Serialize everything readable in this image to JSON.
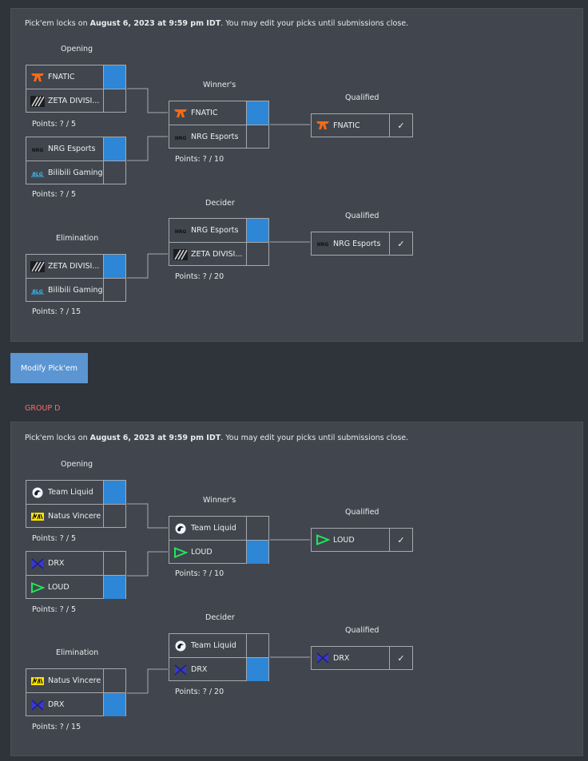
{
  "notice": {
    "prefix": "Pick'em locks on ",
    "datetime": "August 6, 2023 at 9:59 pm IDT",
    "suffix": ". You may edit your picks until submissions close."
  },
  "labels": {
    "opening": "Opening",
    "winners": "Winner's",
    "elimination": "Elimination",
    "decider": "Decider",
    "qualified": "Qualified"
  },
  "points": {
    "five": "Points: ? / 5",
    "ten": "Points: ? / 10",
    "fifteen": "Points: ? / 15",
    "twenty": "Points: ? / 20"
  },
  "check": "✓",
  "modify_button": "Modify Pick'em",
  "group_label": "GROUP D",
  "colors": {
    "pick_selected": "#2e86d6",
    "group_label": "#ff6b6b",
    "panel": "#41464e"
  },
  "group1": {
    "opening1": {
      "top": "FNATIC",
      "top_icon": "fnatic-logo-icon",
      "bottom": "ZETA DIVISI...",
      "bottom_icon": "zeta-division-logo-icon",
      "selected": "top"
    },
    "opening2": {
      "top": "NRG Esports",
      "top_icon": "nrg-logo-icon",
      "bottom": "Bilibili Gaming",
      "bottom_icon": "bilibili-logo-icon",
      "selected": "top"
    },
    "winners": {
      "top": "FNATIC",
      "top_icon": "fnatic-logo-icon",
      "bottom": "NRG Esports",
      "bottom_icon": "nrg-logo-icon",
      "selected": "top"
    },
    "elimination": {
      "top": "ZETA DIVISI...",
      "top_icon": "zeta-division-logo-icon",
      "bottom": "Bilibili Gaming",
      "bottom_icon": "bilibili-logo-icon",
      "selected": "top"
    },
    "decider": {
      "top": "NRG Esports",
      "top_icon": "nrg-logo-icon",
      "bottom": "ZETA DIVISI...",
      "bottom_icon": "zeta-division-logo-icon",
      "selected": "top"
    },
    "qualified1": {
      "team": "FNATIC",
      "icon": "fnatic-logo-icon"
    },
    "qualified2": {
      "team": "NRG Esports",
      "icon": "nrg-logo-icon"
    }
  },
  "group2": {
    "opening1": {
      "top": "Team Liquid",
      "top_icon": "liquid-logo-icon",
      "bottom": "Natus Vincere",
      "bottom_icon": "navi-logo-icon",
      "selected": "top"
    },
    "opening2": {
      "top": "DRX",
      "top_icon": "drx-logo-icon",
      "bottom": "LOUD",
      "bottom_icon": "loud-logo-icon",
      "selected": "bottom"
    },
    "winners": {
      "top": "Team Liquid",
      "top_icon": "liquid-logo-icon",
      "bottom": "LOUD",
      "bottom_icon": "loud-logo-icon",
      "selected": "bottom"
    },
    "elimination": {
      "top": "Natus Vincere",
      "top_icon": "navi-logo-icon",
      "bottom": "DRX",
      "bottom_icon": "drx-logo-icon",
      "selected": "bottom"
    },
    "decider": {
      "top": "Team Liquid",
      "top_icon": "liquid-logo-icon",
      "bottom": "DRX",
      "bottom_icon": "drx-logo-icon",
      "selected": "bottom"
    },
    "qualified1": {
      "team": "LOUD",
      "icon": "loud-logo-icon"
    },
    "qualified2": {
      "team": "DRX",
      "icon": "drx-logo-icon"
    }
  }
}
